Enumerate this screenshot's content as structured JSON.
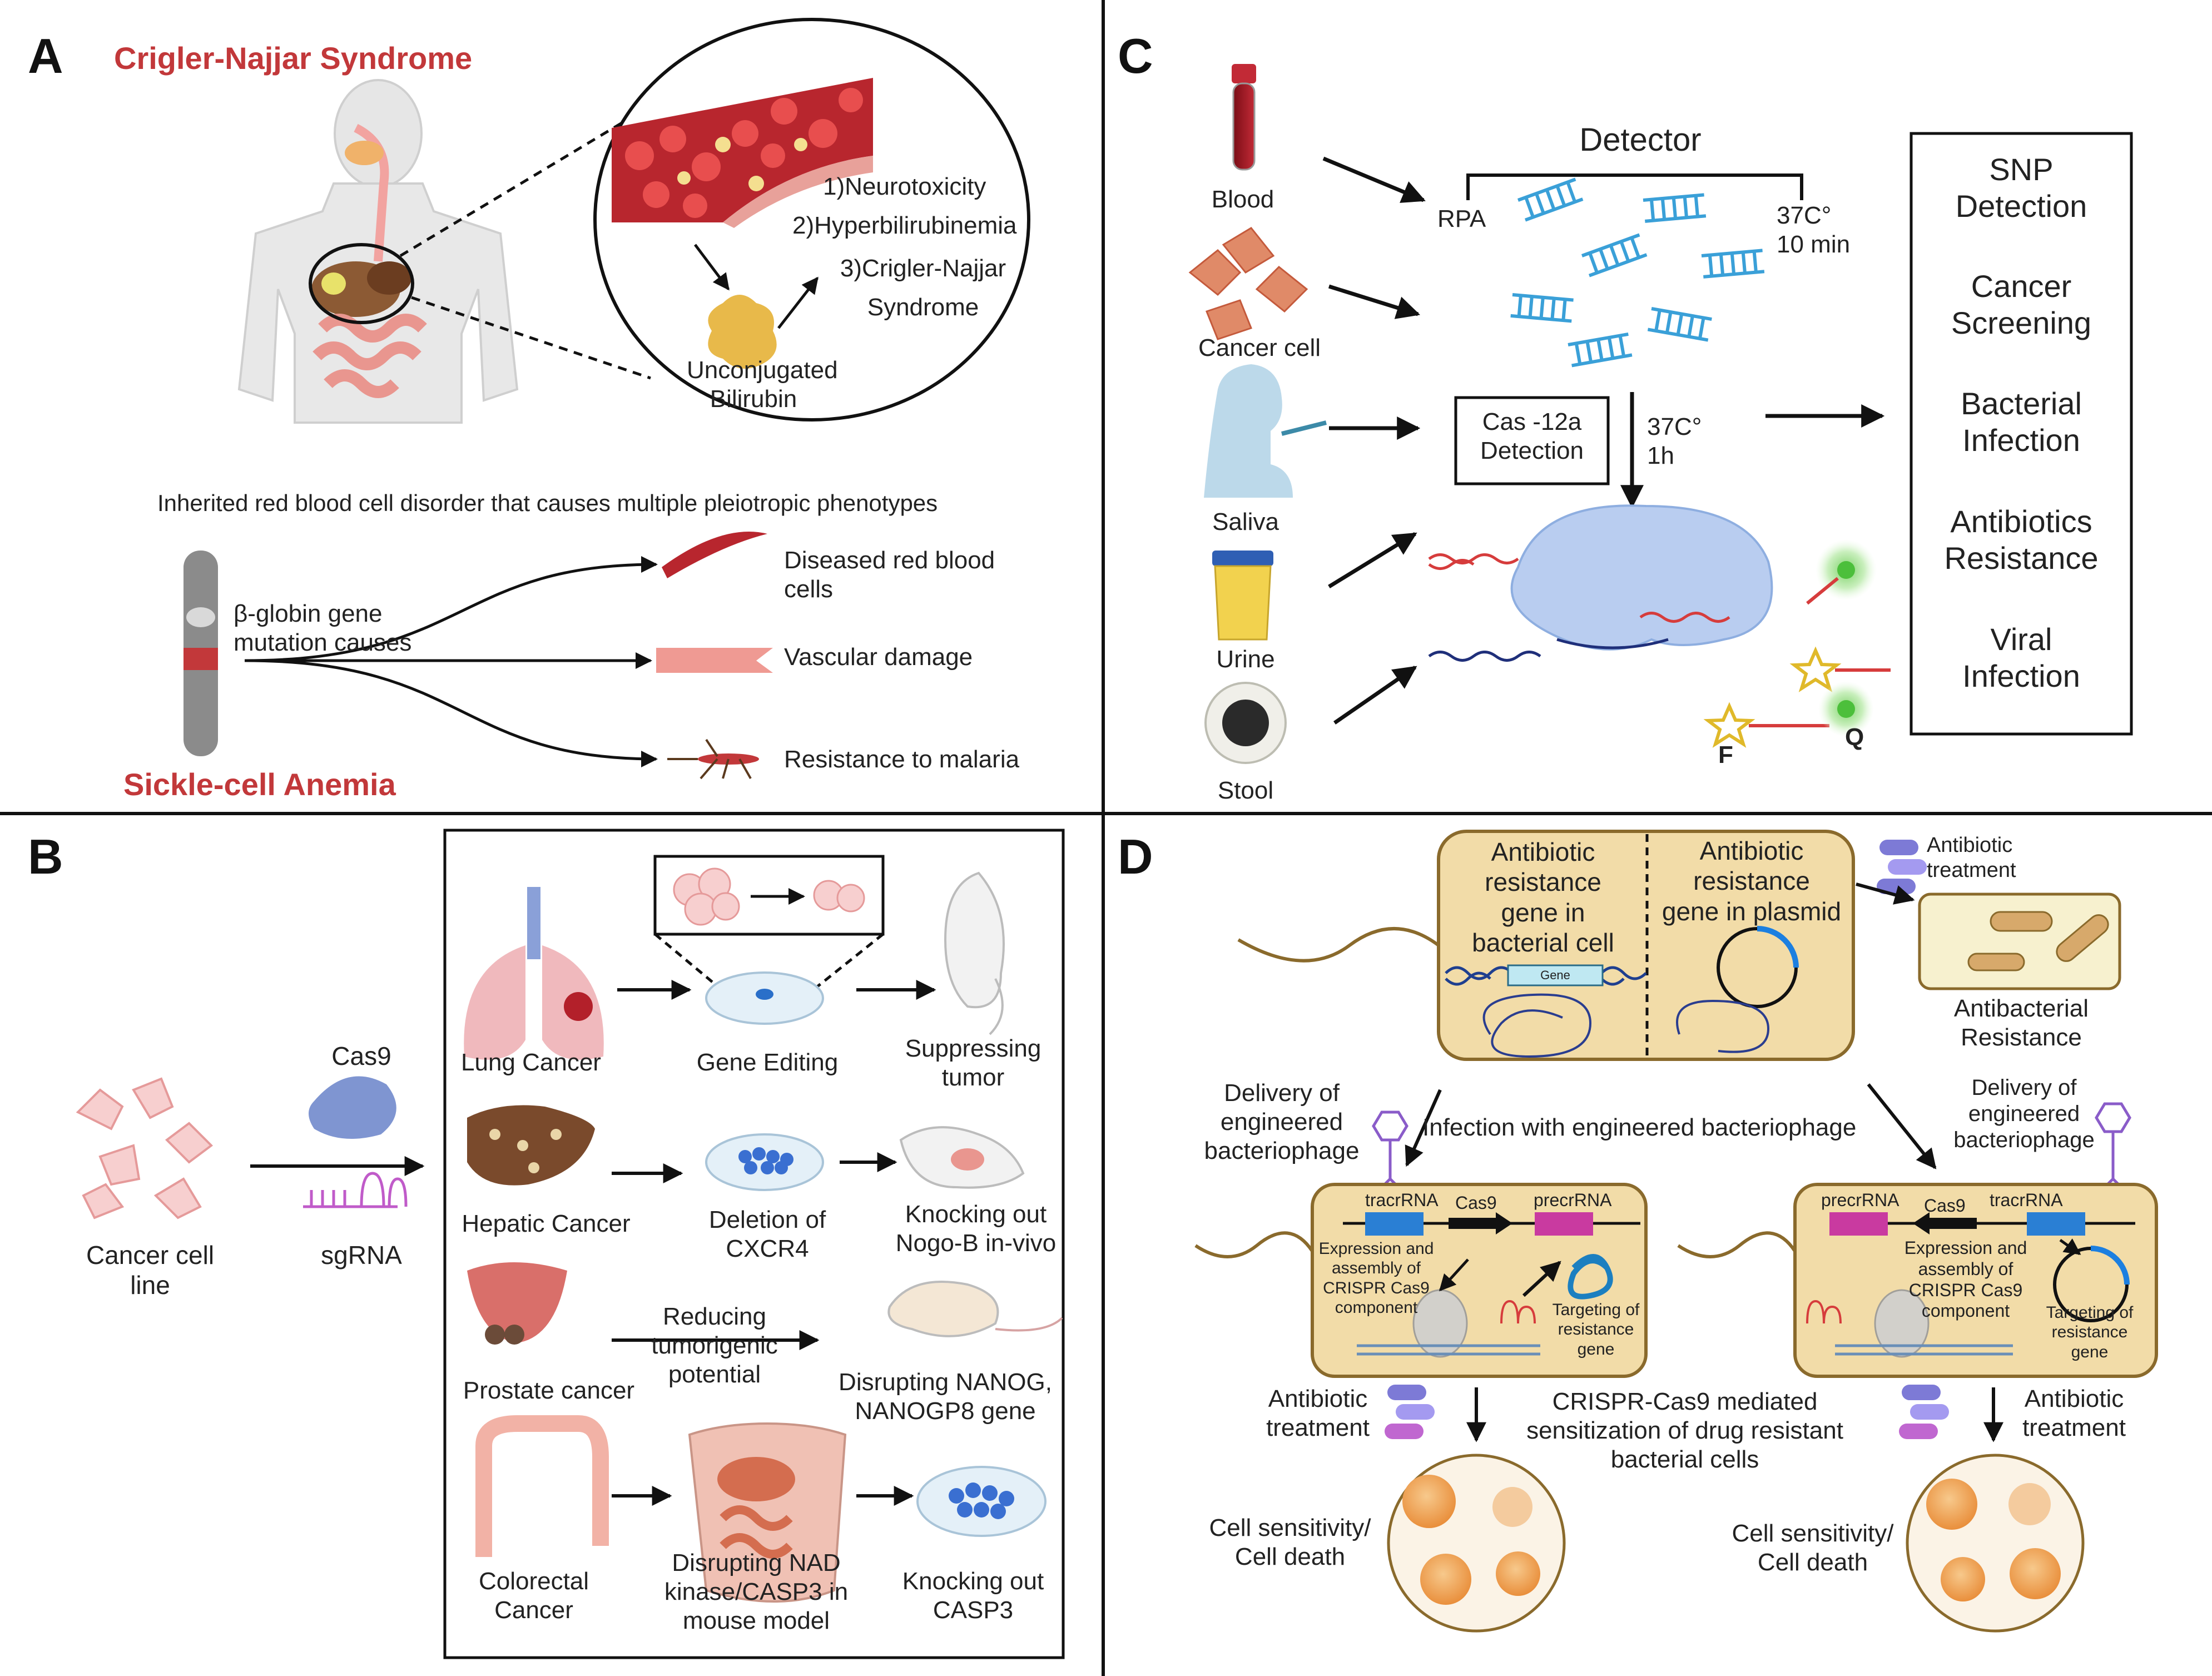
{
  "colors": {
    "accent_red": "#c2383a",
    "dna_blue": "#3aa0d8",
    "cell_tan": "#f2dca8",
    "cell_border": "#8a6a2c"
  },
  "panelA": {
    "letter": "A",
    "title_top": "Crigler-Najjar Syndrome",
    "effects": [
      "1)Neurotoxicity",
      "2)Hyperbilirubinemia",
      "3)Crigler-Najjar\nSyndrome"
    ],
    "bilirubin": "Unconjugated\nBilirubin",
    "disorder_desc": "Inherited red blood cell disorder that causes multiple pleiotropic phenotypes",
    "mutation": "β-globin gene\nmutation causes",
    "outcomes": [
      "Diseased red blood\ncells",
      "Vascular damage",
      "Resistance to malaria"
    ],
    "title_bottom": "Sickle-cell Anemia"
  },
  "panelB": {
    "letter": "B",
    "cas9": "Cas9",
    "sgrna": "sgRNA",
    "cell_line": "Cancer cell\nline",
    "rows": [
      {
        "organ": "Lung Cancer",
        "step": "Gene Editing",
        "result": "Suppressing\ntumor"
      },
      {
        "organ": "Hepatic Cancer",
        "step": "Deletion of\nCXCR4",
        "result": "Knocking out\nNogo-B in-vivo"
      },
      {
        "organ": "Prostate cancer",
        "step": "Reducing tumorigenic\npotential",
        "result": "Disrupting NANOG,\nNANOGP8 gene"
      },
      {
        "organ": "Colorectal\nCancer",
        "step": "Disrupting NAD\nkinase/CASP3 in\nmouse model",
        "result": "Knocking out\nCASP3"
      }
    ]
  },
  "panelC": {
    "letter": "C",
    "samples": [
      "Blood",
      "Cancer cell",
      "Saliva",
      "Urine",
      "Stool"
    ],
    "detector": "Detector",
    "rpa": "RPA",
    "cond1": "37C°\n10 min",
    "cas12a": "Cas -12a\nDetection",
    "cond2": "37C°\n1h",
    "reporter_f": "F",
    "reporter_q": "Q",
    "applications": [
      "SNP\nDetection",
      "Cancer\nScreening",
      "Bacterial\nInfection",
      "Antibiotics\nResistance",
      "Viral\nInfection"
    ]
  },
  "panelD": {
    "letter": "D",
    "left_cell_label": "Antibiotic\nresistance\ngene in\nbacterial cell",
    "right_cell_label": "Antibiotic\nresistance\ngene in plasmid",
    "gene_tag": "Gene",
    "antibiotic_treatment": "Antibiotic\ntreatment",
    "antibacterial_resistance": "Antibacterial\nResistance",
    "delivery": "Delivery of\nengineered\nbacteriophage",
    "infection": "Infection with engineered bacteriophage",
    "tracrrna": "tracrRNA",
    "cas9": "Cas9",
    "precrrna": "precrRNA",
    "expression": "Expression and\nassembly of\nCRISPR Cas9\ncomponent",
    "targeting": "Targeting of\nresistance\ngene",
    "sensitization": "CRISPR-Cas9 mediated\nsensitization of drug resistant\nbacterial cells",
    "cell_death": "Cell sensitivity/\nCell death"
  }
}
